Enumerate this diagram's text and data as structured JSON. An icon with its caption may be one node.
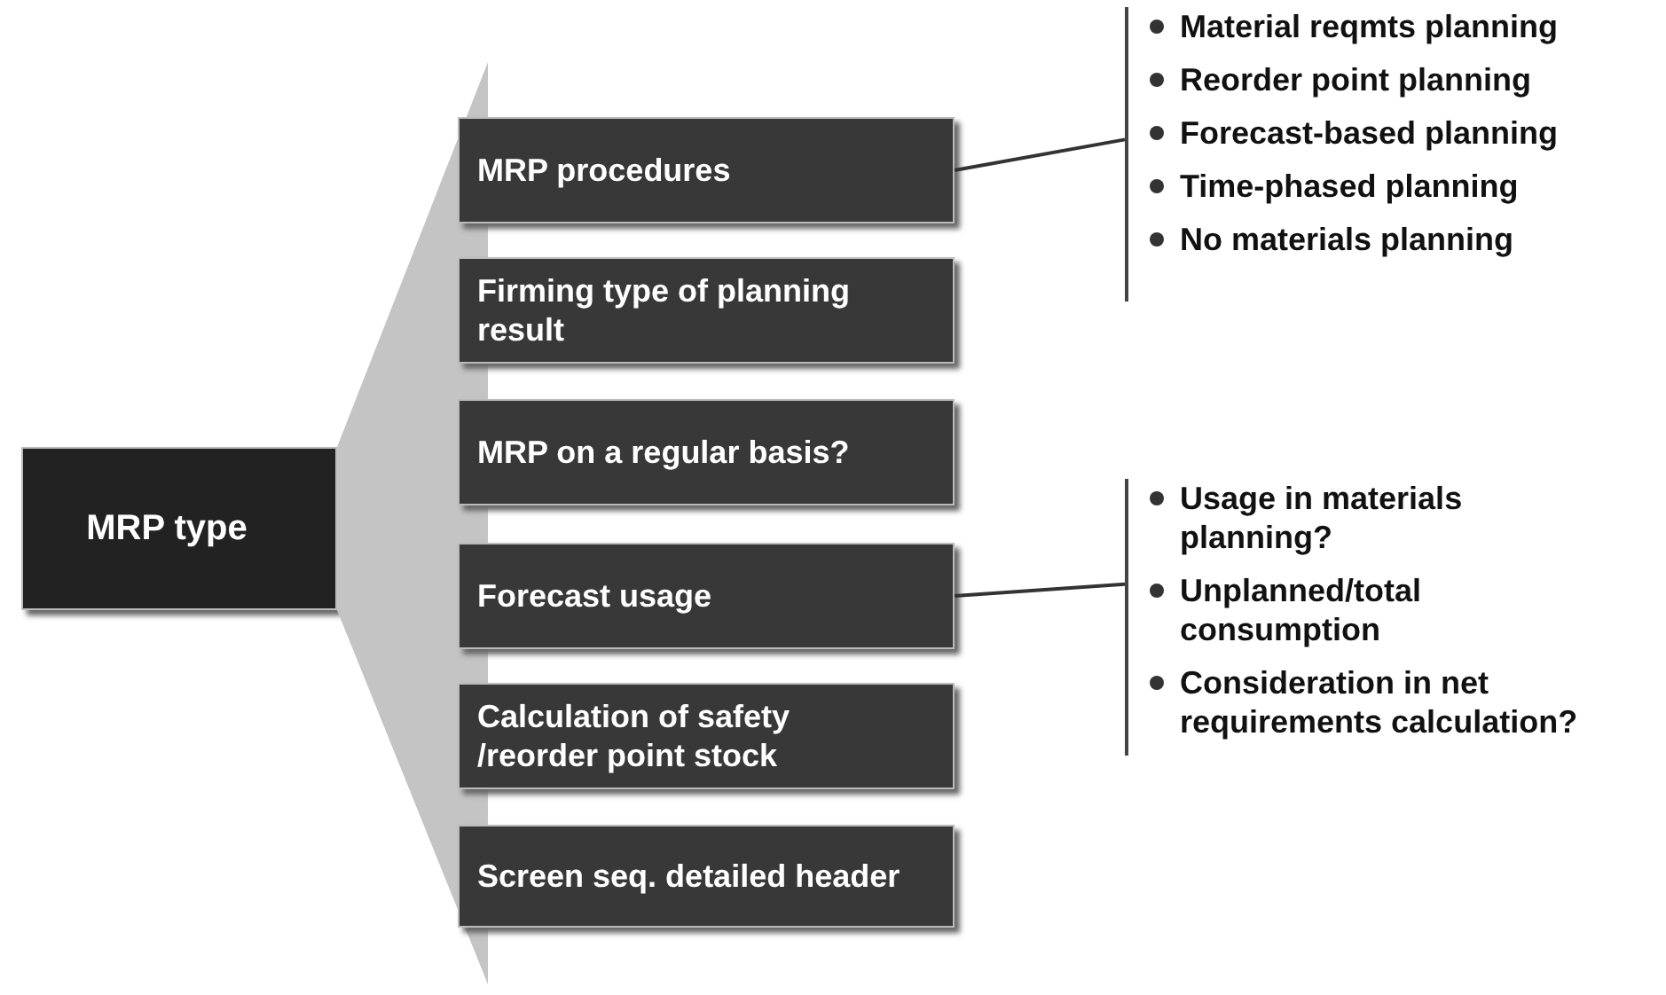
{
  "diagram": {
    "nodes": [
      {
        "text": [
          "MRP type"
        ]
      },
      {
        "text": [],
        "shape": "triangle"
      },
      {
        "text": [
          "MRP procedures"
        ]
      },
      {
        "text": [
          "Firming type of planning result"
        ]
      },
      {
        "text": [
          "MRP on a regular basis?"
        ]
      },
      {
        "text": [
          "Forecast usage"
        ]
      },
      {
        "text": [
          "Calculation of safety /reorder point stock"
        ]
      },
      {
        "text": [
          "Screen seq. detailed header"
        ]
      },
      {
        "text": [
          "Material reqmts planning",
          "Reorder point planning",
          "Forecast-based planning",
          "Time-phased planning",
          "No materials planning"
        ]
      },
      {
        "text": [
          "Usage in materials planning?",
          "Unplanned/total consumption",
          "Consideration in net requirements calculation?"
        ]
      }
    ],
    "edges": [
      {
        "from": 2,
        "to": 8,
        "arrow": "none"
      },
      {
        "from": 5,
        "to": 9,
        "arrow": "none"
      }
    ]
  }
}
